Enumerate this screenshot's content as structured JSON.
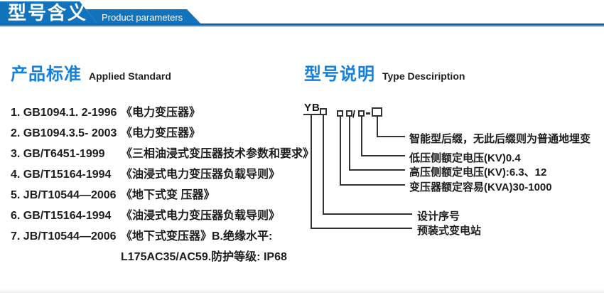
{
  "header": {
    "title_zh": "型号含义",
    "subtitle_en": "Product parameters"
  },
  "colors": {
    "header_blue": "#1173bb",
    "header_bar_blue": "#0f67b1",
    "header_bar_light": "#a7cbe9",
    "heading_blue": "#1480dd",
    "text_dark": "#1d1d1d",
    "diagram_line": "#333333"
  },
  "applied_standard": {
    "heading_zh": "产品标准",
    "heading_en": "Applied Standard",
    "items": [
      {
        "code": "1. GB1094.1. 2-1996",
        "title": "《电力变压器》"
      },
      {
        "code": "2. GB1094.3.5- 2003",
        "title": "《电力变压器》"
      },
      {
        "code": "3. GB/T6451-1999",
        "title": "《三相油浸式变压器技术参数和要求》"
      },
      {
        "code": "4. GB/T15164-1994",
        "title": "《油浸式电力变压器负载导则》"
      },
      {
        "code": "5. JB/T10544—2006",
        "title": "《地下式变 压器》"
      },
      {
        "code": "6. GB/T15164-1994",
        "title": "《油浸式电力变压器负载导则》"
      },
      {
        "code": "7. JB/T10544—2006",
        "title": "《地下式变压器》B.绝缘水平:"
      }
    ],
    "continuation": "L175AC35/AC59.防护等级: IP68"
  },
  "type_description": {
    "heading_zh": "型号说明",
    "heading_en": "Type Desciription",
    "code_prefix": "YB",
    "separator_slash": "/",
    "labels": [
      "智能型后缀，无此后缀则为普通地埋变",
      "低压侧额定电压(KV)0.4",
      "高压侧额定电压(KV):6.3、12",
      "变压器额定容易(KVA)30-1000",
      "设计序号",
      "预装式变电站"
    ]
  }
}
